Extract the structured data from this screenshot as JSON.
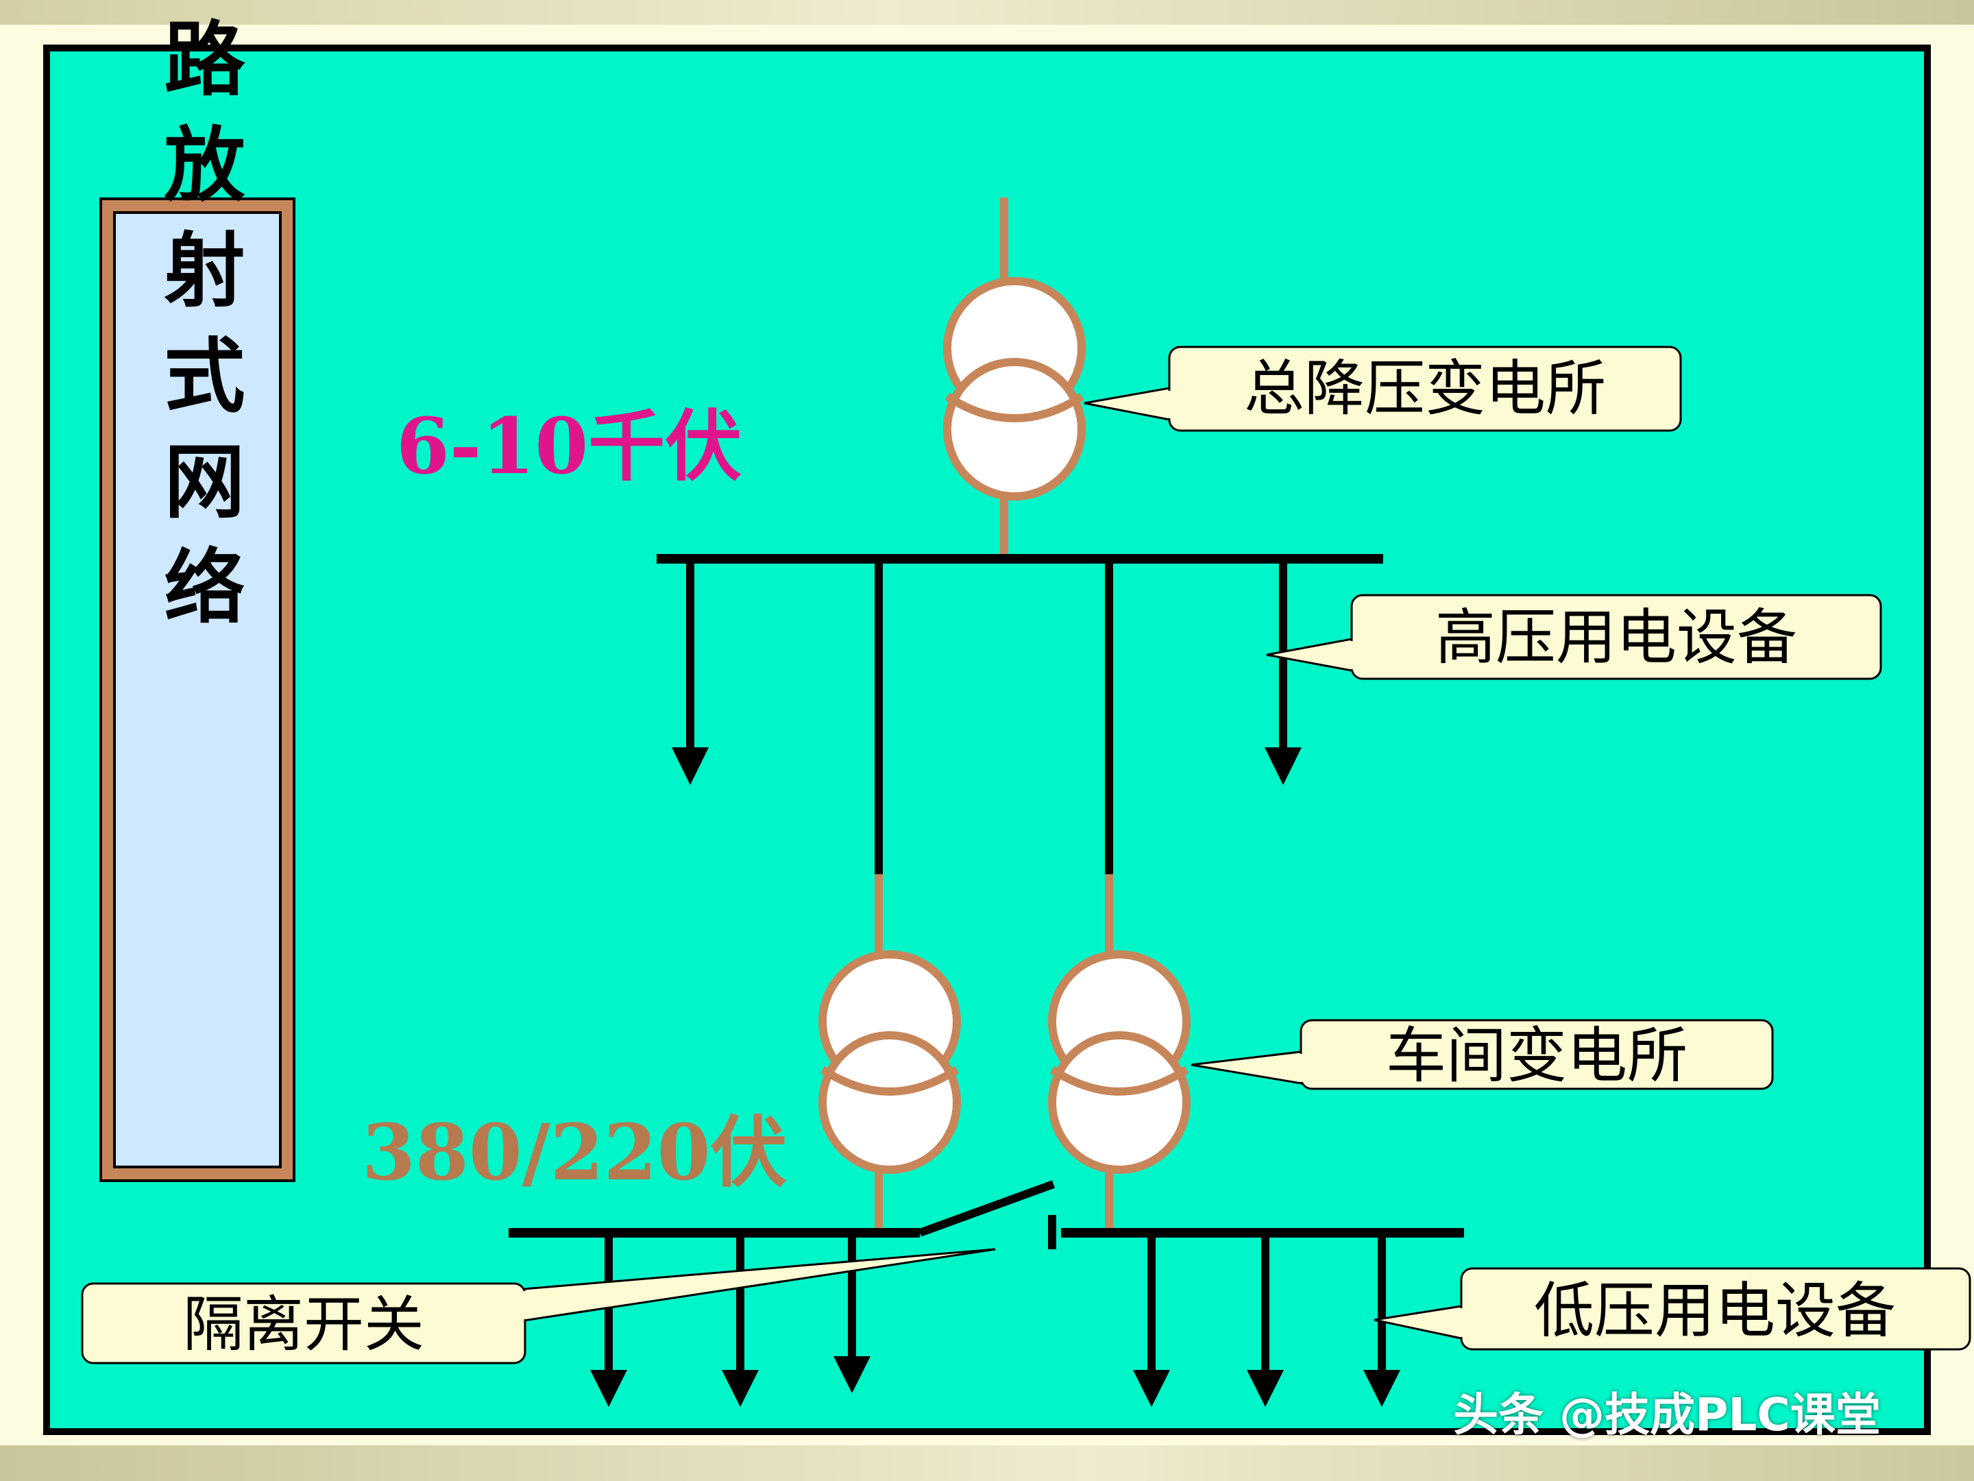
{
  "title": "双回路放射式网络",
  "voltage_high": "6-10千伏",
  "voltage_low": "380/220伏",
  "labels": {
    "main_substation": "总降压变电所",
    "hv_equipment": "高压用电设备",
    "workshop_substation": "车间变电所",
    "disconnector": "隔离开关",
    "lv_equipment": "低压用电设备"
  },
  "watermark": "头条 @技成PLC课堂",
  "colors": {
    "panel": "#00f5c8",
    "border": "#000000",
    "wire": "#c7865a",
    "bus": "#000000",
    "callout_fill": "#fdfbd3",
    "title_box_fill": "#cde8ff",
    "voltage_high_color": "#e0158c",
    "voltage_low_color": "#b67a4e"
  }
}
